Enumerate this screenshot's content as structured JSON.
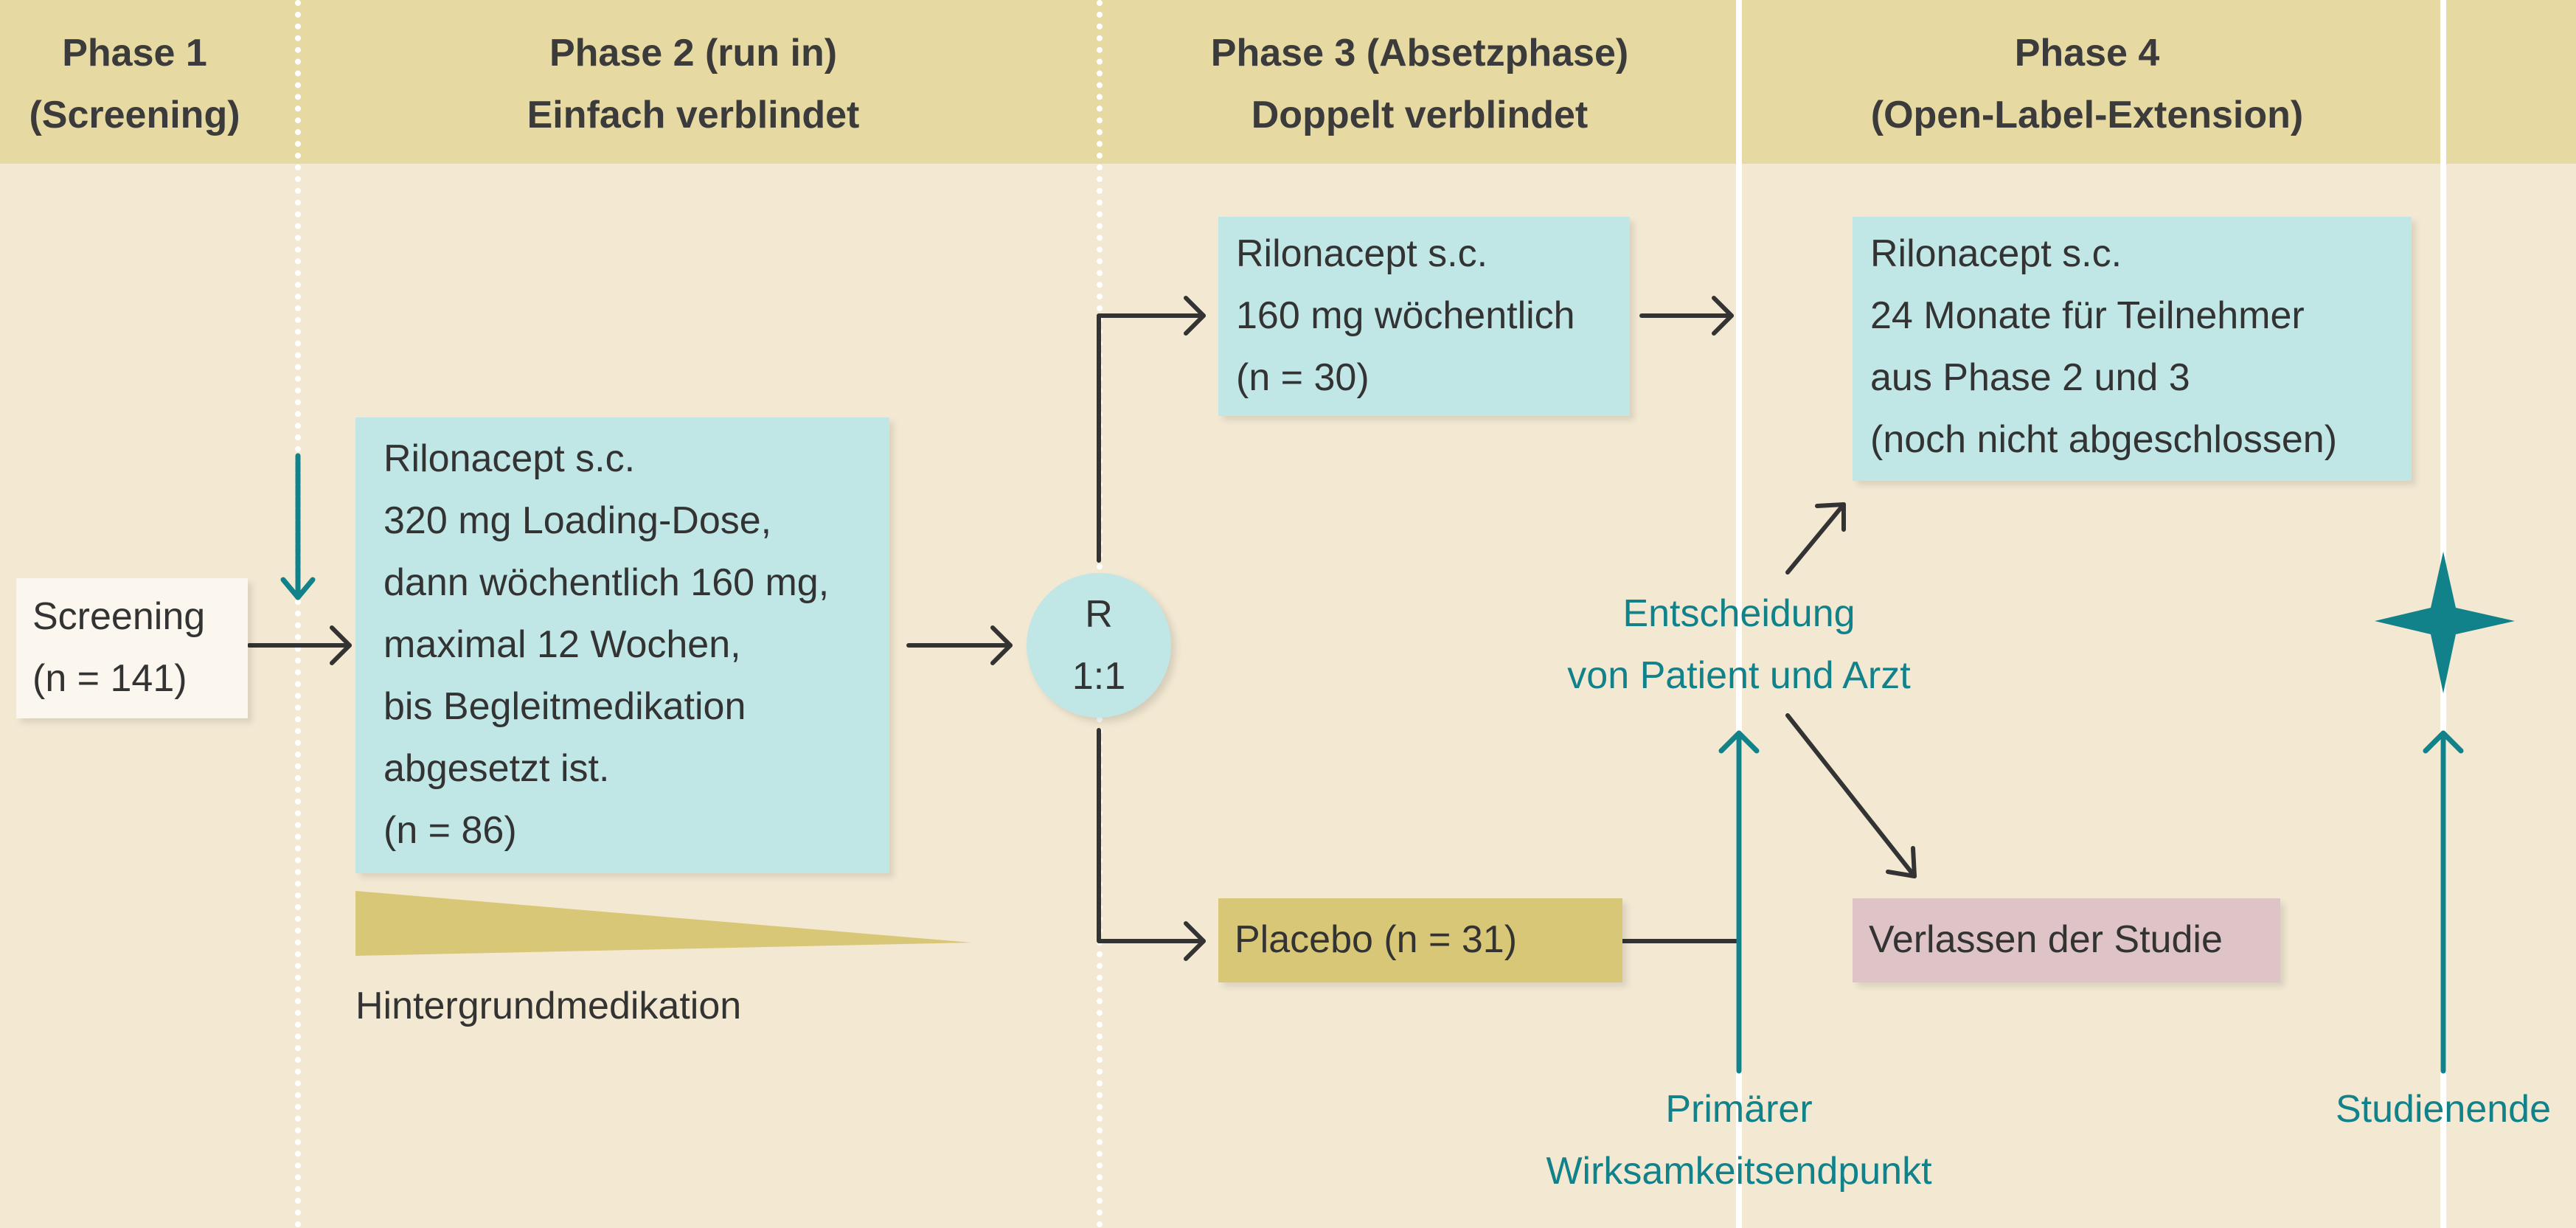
{
  "phases": [
    {
      "line1": "Phase 1",
      "line2": "(Screening)"
    },
    {
      "line1": "Phase 2 (run in)",
      "line2": "Einfach verblindet"
    },
    {
      "line1": "Phase 3 (Absetzphase)",
      "line2": "Doppelt verblindet"
    },
    {
      "line1": "Phase 4",
      "line2": "(Open-Label-Extension)"
    }
  ],
  "screening": {
    "line1": "Screening",
    "line2": "(n = 141)"
  },
  "run_in_box": {
    "lines": [
      "Rilonacept s.c.",
      "320 mg Loading-Dose,",
      "dann wöchentlich 160 mg,",
      "maximal 12 Wochen,",
      "bis Begleitmedikation",
      "abgesetzt ist.",
      "(n = 86)"
    ]
  },
  "background_medication": "Hintergrundmedikation",
  "randomization": {
    "line1": "R",
    "line2": "1:1"
  },
  "rilonacept_arm": {
    "lines": [
      "Rilonacept s.c.",
      "160 mg wöchentlich",
      "(n = 30)"
    ]
  },
  "placebo_arm": "Placebo (n = 31)",
  "extension_box": {
    "lines": [
      "Rilonacept s.c.",
      "24 Monate für Teilnehmer",
      "aus Phase 2 und 3",
      "(noch nicht abgeschlossen)"
    ]
  },
  "decision": {
    "line1": "Entscheidung",
    "line2": "von Patient und Arzt"
  },
  "exit_study": "Verlassen der Studie",
  "primary_endpoint": {
    "line1": "Primärer",
    "line2": "Wirksamkeitsendpunkt"
  },
  "study_end": "Studienende",
  "colors": {
    "header": "#e7d9a2",
    "background": "#f3e9d3",
    "cyan_box": "#c0e6e6",
    "olive": "#d9c778",
    "pink": "#dfc4c7",
    "teal": "#11818a",
    "arrow": "#333333"
  },
  "icons": [
    "down-arrow-icon",
    "four-point-star-icon",
    "up-arrow-icon"
  ]
}
